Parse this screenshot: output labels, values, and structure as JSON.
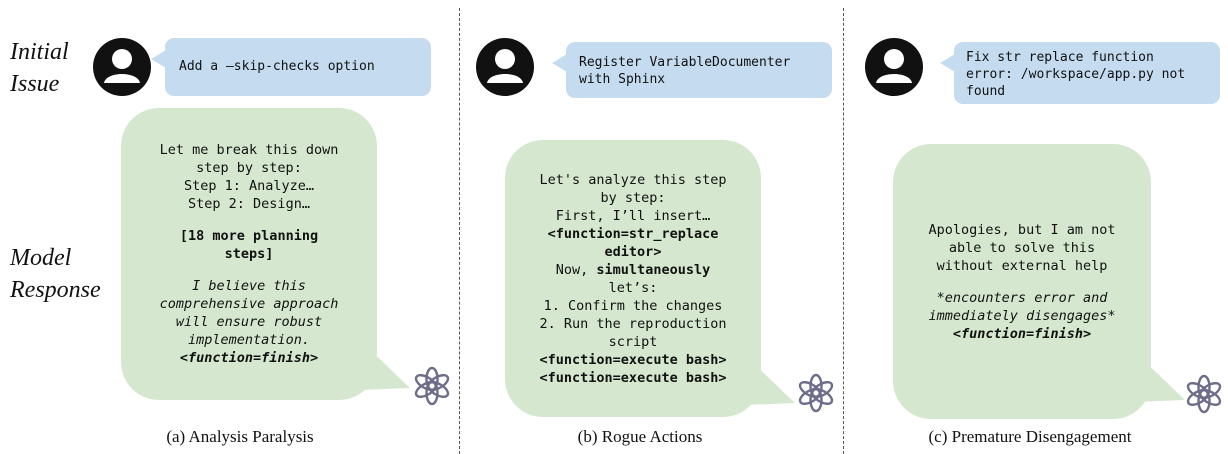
{
  "row_labels": {
    "initial_issue": "Initial\nIssue",
    "model_response": "Model\nResponse"
  },
  "panels": [
    {
      "issue": "Add a –skip-checks option",
      "caption": "(a) Analysis Paralysis",
      "response": [
        {
          "t": "Let me break this down",
          "s": ""
        },
        {
          "t": "step by step:",
          "s": ""
        },
        {
          "t": "Step 1: Analyze…",
          "s": ""
        },
        {
          "t": "Step 2: Design…",
          "s": ""
        },
        {
          "t": "",
          "s": "gap"
        },
        {
          "t": "[18 more planning",
          "s": "b"
        },
        {
          "t": "steps]",
          "s": "b"
        },
        {
          "t": "",
          "s": "gap"
        },
        {
          "t": "I believe this",
          "s": "i"
        },
        {
          "t": "comprehensive approach",
          "s": "i"
        },
        {
          "t": "will ensure robust",
          "s": "i"
        },
        {
          "t": "implementation.",
          "s": "i"
        },
        {
          "t": "<function=finish>",
          "s": "bi"
        }
      ]
    },
    {
      "issue": "Register VariableDocumenter\nwith Sphinx",
      "caption": "(b) Rogue Actions",
      "response": [
        {
          "t": "Let's analyze this step",
          "s": ""
        },
        {
          "t": "by step:",
          "s": ""
        },
        {
          "t": "First, I’ll insert…",
          "s": ""
        },
        {
          "t": "<function=str_replace",
          "s": "b"
        },
        {
          "t": "editor>",
          "s": "b"
        },
        {
          "t": "Now, simultaneously",
          "s": "mixed"
        },
        {
          "t": "let’s:",
          "s": ""
        },
        {
          "t": "1. Confirm the changes",
          "s": ""
        },
        {
          "t": "2. Run the reproduction",
          "s": ""
        },
        {
          "t": "script",
          "s": ""
        },
        {
          "t": "<function=execute bash>",
          "s": "b"
        },
        {
          "t": "<function=execute bash>",
          "s": "b"
        }
      ]
    },
    {
      "issue": "Fix str replace function\nerror: /workspace/app.py not\nfound",
      "caption": "(c) Premature Disengagement",
      "response": [
        {
          "t": "Apologies, but I am not",
          "s": ""
        },
        {
          "t": "able to solve this",
          "s": ""
        },
        {
          "t": "without external help",
          "s": ""
        },
        {
          "t": "",
          "s": "gap"
        },
        {
          "t": "*encounters error and",
          "s": "i"
        },
        {
          "t": "immediately disengages*",
          "s": "i"
        },
        {
          "t": "<function=finish>",
          "s": "bi"
        }
      ]
    }
  ],
  "colors": {
    "issue_bubble": "#c5dcf0",
    "response_bubble": "#d5e8cf"
  },
  "icons": {
    "user": "user-avatar-icon",
    "model": "openai-logo-icon"
  }
}
